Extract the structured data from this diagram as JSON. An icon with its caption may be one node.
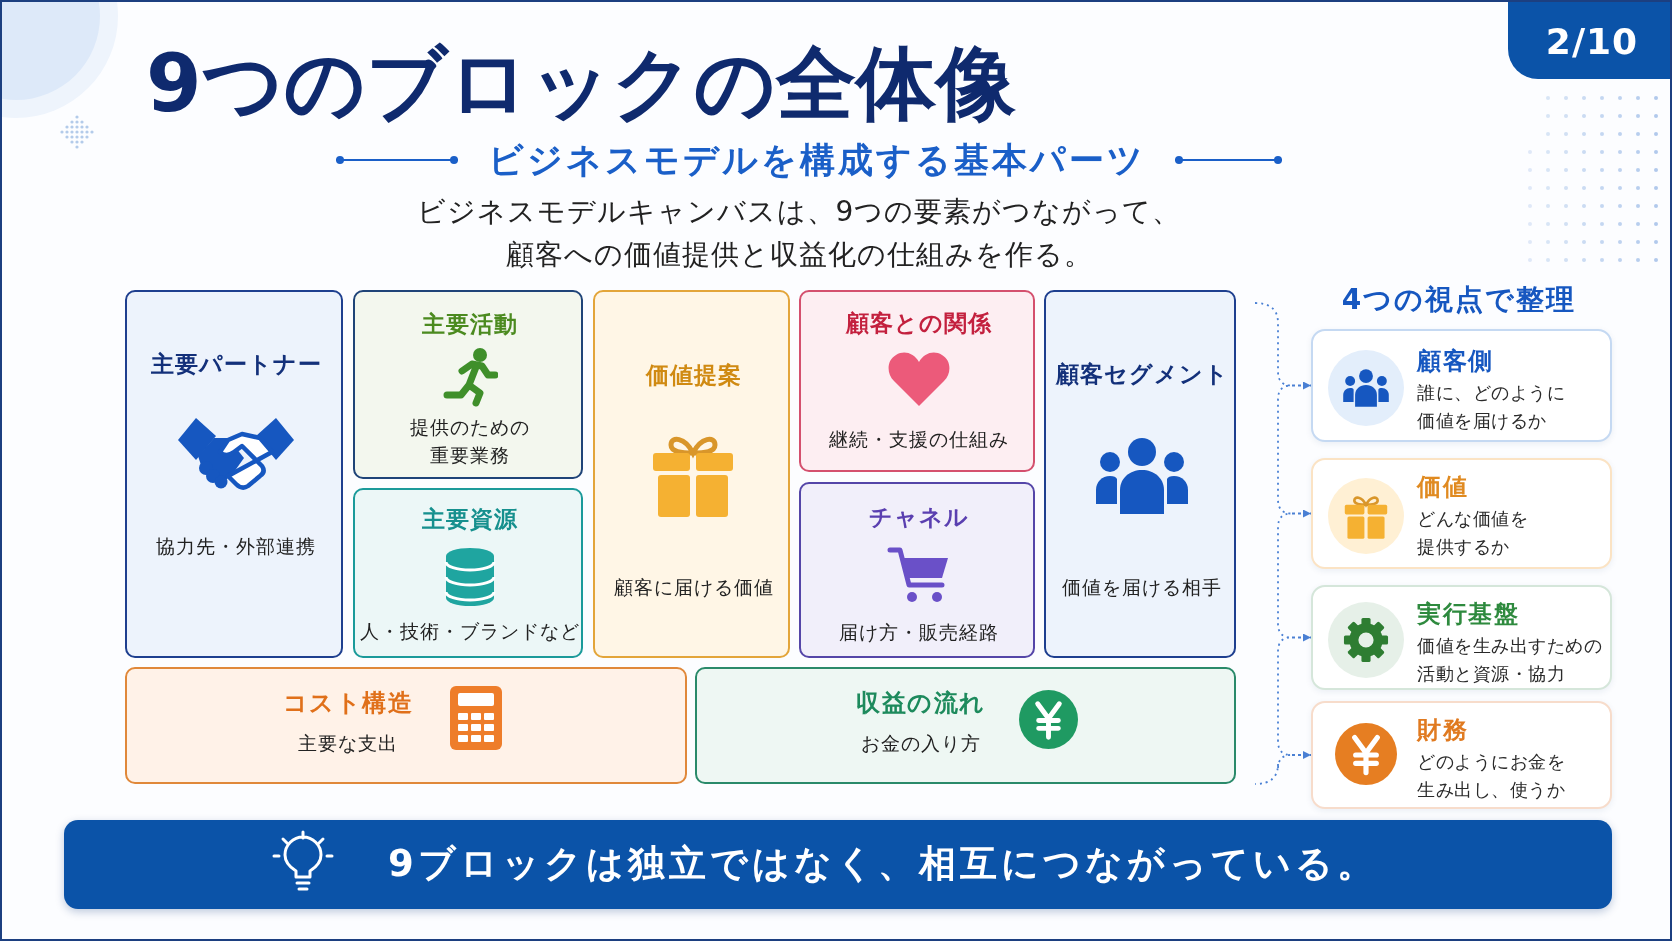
{
  "diagram": {
    "title": "9つのブロックの全体像",
    "nodes": [
      {
        "text": [
          "2/10"
        ]
      },
      {
        "text": [
          "主要パートナー",
          "協力先・外部連携"
        ]
      },
      {
        "text": [
          "主要活動",
          "提供のための重要業務"
        ]
      },
      {
        "text": [
          "主要資源",
          "人・技術・ブランドなど"
        ]
      },
      {
        "text": [
          "価値提案",
          "顧客に届ける価値"
        ]
      },
      {
        "text": [
          "顧客との関係",
          "継続・支援の仕組み"
        ]
      },
      {
        "text": [
          "チャネル",
          "届け方・販売経路"
        ]
      },
      {
        "text": [
          "顧客セグメント",
          "価値を届ける相手"
        ]
      },
      {
        "text": [
          "コスト構造",
          "主要な支出"
        ]
      },
      {
        "text": [
          "収益の流れ",
          "お金の入り方"
        ]
      },
      {
        "text": [
          "顧客側",
          "誰に、どのように価値を届けるか"
        ]
      },
      {
        "text": [
          "価値",
          "どんな価値を提供するか"
        ]
      },
      {
        "text": [
          "実行基盤",
          "価値を生み出すための活動と資源・協力"
        ]
      },
      {
        "text": [
          "財務",
          "どのようにお金を生み出し、使うか"
        ]
      },
      {
        "text": [
          "9ブロックは独立ではなく、相互につながっている。"
        ]
      },
      {
        "text": [],
        "shape": "bracket"
      }
    ],
    "edges": [
      {
        "from": 15,
        "to": 10,
        "arrow": "to",
        "style": "dashed"
      },
      {
        "from": 15,
        "to": 11,
        "arrow": "to",
        "style": "dashed"
      },
      {
        "from": 15,
        "to": 12,
        "arrow": "to",
        "style": "dashed"
      },
      {
        "from": 15,
        "to": 13,
        "arrow": "to",
        "style": "dashed"
      }
    ],
    "labels": [
      "ビジネスモデルを構成する基本パーツ",
      "ビジネスモデルキャンバスは、9つの要素がつながって、顧客への価値提供と収益化の仕組みを作る。",
      "4つの視点で整理"
    ]
  }
}
